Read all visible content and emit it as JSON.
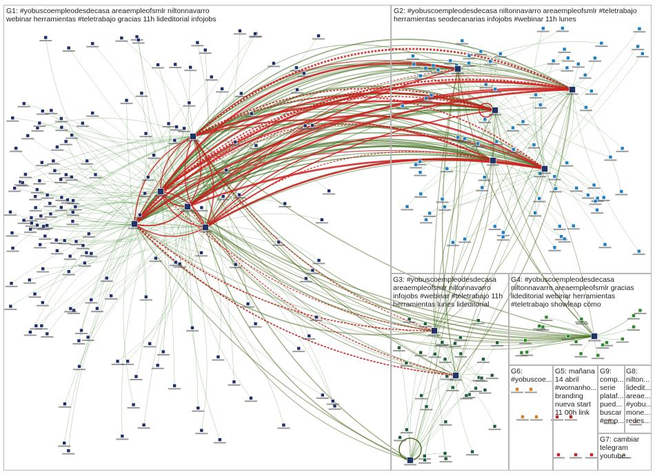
{
  "colors": {
    "edge_green": "#2e7d1f",
    "edge_red": "#cc1f1f",
    "node_navy": "#1f2f6b",
    "node_blue": "#1d7fc4",
    "node_green": "#2a8a2a",
    "node_orange": "#e07a1a",
    "node_red": "#c0262a",
    "border": "#b5b5b5"
  },
  "groups": [
    {
      "id": "G1",
      "label": "G1: #yobuscoempleodesdecasa areaempleofsmlr niltonnavarro webinar herramientas #teletrabajo gracias 11h lideditorial infojobs"
    },
    {
      "id": "G2",
      "label": "G2: #yobuscoempleodesdecasa niltonnavarro areaempleofsmlr #teletrabajo herramientas seodecanarias infojobs #webinar 11h lunes"
    },
    {
      "id": "G3",
      "label": "G3: #yobuscoempleodesdecasa areaempleofsmlr niltonnavarro infojobs #webinar #teletrabajo 11h herramientas lunes lideditorial"
    },
    {
      "id": "G4",
      "label": "G4: #yobuscoempleodesdecasa niltonnavarro areaempleofsmlr gracias lideditorial webinar herramientas #teletrabajo showleap cómo"
    },
    {
      "id": "G6",
      "label": "G6:\n#yobuscoe..."
    },
    {
      "id": "G5",
      "label": "G5: mañana\n14 abril\n#womanho...\nbranding\nnueva start\n11 00h link"
    },
    {
      "id": "G9",
      "label": "G9:\ncomp...\nserie\nplataf...\npued...\nbuscar\n#emp..."
    },
    {
      "id": "G8",
      "label": "G8:\nnilton...\nlidedit...\nareae...\n#yobu...\nmone...\nredes..."
    },
    {
      "id": "G7",
      "label": "G7: cambiar\ntelegram\nyoutube..."
    }
  ]
}
